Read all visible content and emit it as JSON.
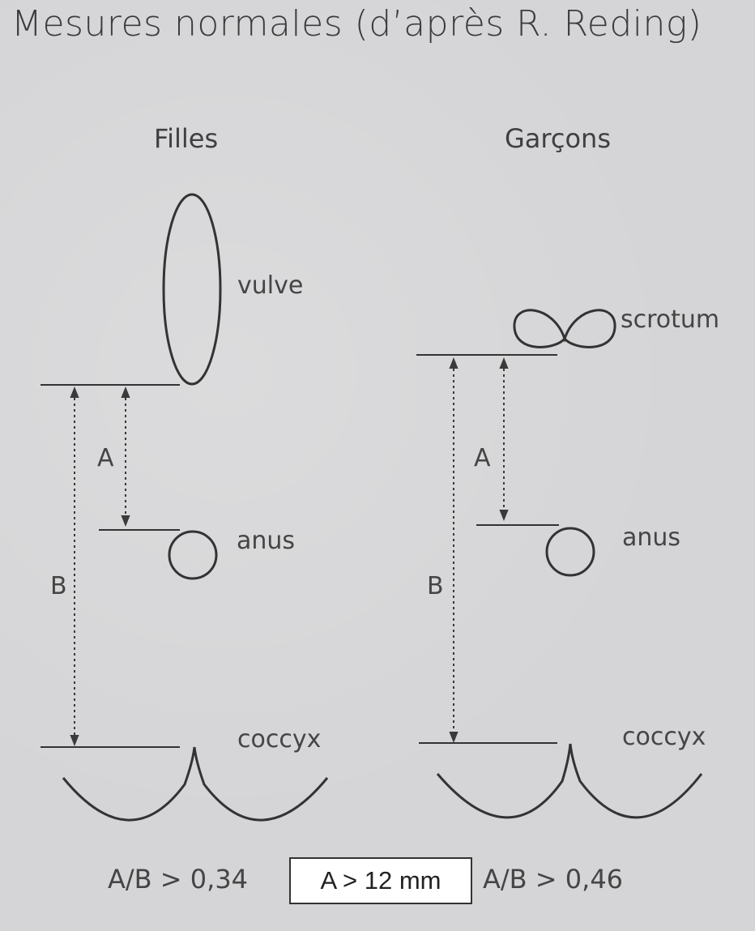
{
  "title": "Mesures normales (d’après R. Reding)",
  "columns": {
    "girls": {
      "heading": "Filles",
      "labels": {
        "upper": "vulve",
        "anus": "anus",
        "coccyx": "coccyx"
      },
      "dim_a": "A",
      "dim_b": "B",
      "ratio": "A/B > 0,34"
    },
    "boys": {
      "heading": "Garçons",
      "labels": {
        "upper": "scrotum",
        "anus": "anus",
        "coccyx": "coccyx"
      },
      "dim_a": "A",
      "dim_b": "B",
      "ratio": "A/B > 0,46"
    }
  },
  "boxed_note": "A > 12 mm",
  "colors": {
    "ink": "#3a3a3a",
    "background": "#d5d5d7",
    "box": "#ffffff"
  }
}
